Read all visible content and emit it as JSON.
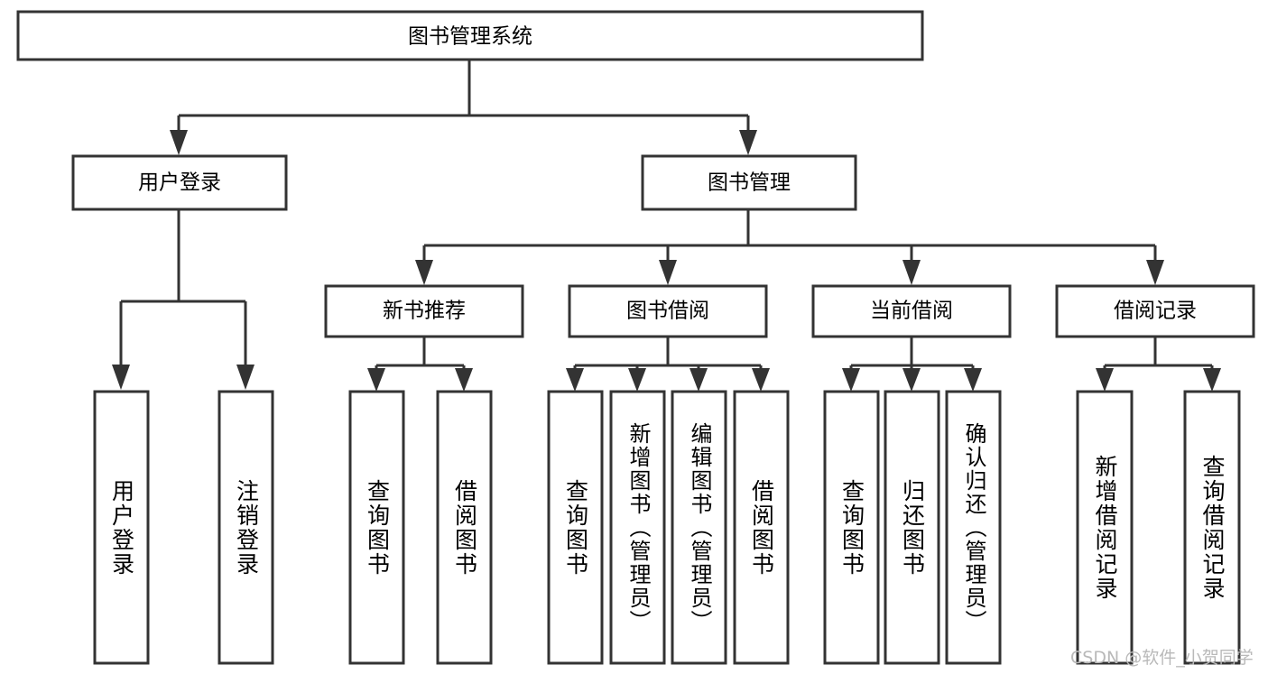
{
  "diagram": {
    "type": "tree-hierarchy",
    "title": "图书管理系统",
    "orientation": "top-down",
    "colors": {
      "background": "#ffffff",
      "box_stroke": "#333333",
      "box_fill": "#ffffff",
      "text": "#000000",
      "watermark": "#b9b9b9"
    },
    "levels": {
      "level1": [
        "图书管理系统"
      ],
      "level2": [
        "用户登录",
        "图书管理"
      ],
      "level3": [
        "新书推荐",
        "图书借阅",
        "当前借阅",
        "借阅记录"
      ],
      "level4": [
        "用户登录",
        "注销登录",
        "查询图书",
        "借阅图书",
        "查询图书",
        "新增图书（管理员）",
        "编辑图书（管理员）",
        "借阅图书",
        "查询图书",
        "归还图书",
        "确认归还（管理员）",
        "新增借阅记录",
        "查询借阅记录"
      ]
    },
    "nodes": {
      "root": {
        "label": "图书管理系统"
      },
      "user_login": {
        "label": "用户登录"
      },
      "book_mgmt": {
        "label": "图书管理"
      },
      "new_book_rec": {
        "label": "新书推荐"
      },
      "book_borrow": {
        "label": "图书借阅"
      },
      "current_borrow": {
        "label": "当前借阅"
      },
      "borrow_record": {
        "label": "借阅记录"
      },
      "leaf_user_login": {
        "label": "用户登录"
      },
      "leaf_logout": {
        "label": "注销登录"
      },
      "leaf_query_book_a": {
        "label": "查询图书"
      },
      "leaf_borrow_book_a": {
        "label": "借阅图书"
      },
      "leaf_query_book_b": {
        "label": "查询图书"
      },
      "leaf_add_book": {
        "label": "新增图书（管理员）"
      },
      "leaf_edit_book": {
        "label": "编辑图书（管理员）"
      },
      "leaf_borrow_book_b": {
        "label": "借阅图书"
      },
      "leaf_query_book_c": {
        "label": "查询图书"
      },
      "leaf_return_book": {
        "label": "归还图书"
      },
      "leaf_confirm_return": {
        "label": "确认归还（管理员）"
      },
      "leaf_add_record": {
        "label": "新增借阅记录"
      },
      "leaf_query_record": {
        "label": "查询借阅记录"
      }
    },
    "edges": [
      {
        "from": "图书管理系统",
        "to": "用户登录"
      },
      {
        "from": "图书管理系统",
        "to": "图书管理"
      },
      {
        "from": "用户登录",
        "to": "用户登录"
      },
      {
        "from": "用户登录",
        "to": "注销登录"
      },
      {
        "from": "图书管理",
        "to": "新书推荐"
      },
      {
        "from": "图书管理",
        "to": "图书借阅"
      },
      {
        "from": "图书管理",
        "to": "当前借阅"
      },
      {
        "from": "图书管理",
        "to": "借阅记录"
      },
      {
        "from": "新书推荐",
        "to": "查询图书"
      },
      {
        "from": "新书推荐",
        "to": "借阅图书"
      },
      {
        "from": "图书借阅",
        "to": "查询图书"
      },
      {
        "from": "图书借阅",
        "to": "新增图书（管理员）"
      },
      {
        "from": "图书借阅",
        "to": "编辑图书（管理员）"
      },
      {
        "from": "图书借阅",
        "to": "借阅图书"
      },
      {
        "from": "当前借阅",
        "to": "查询图书"
      },
      {
        "from": "当前借阅",
        "to": "归还图书"
      },
      {
        "from": "当前借阅",
        "to": "确认归还（管理员）"
      },
      {
        "from": "借阅记录",
        "to": "新增借阅记录"
      },
      {
        "from": "借阅记录",
        "to": "查询借阅记录"
      }
    ]
  },
  "watermark": {
    "text": "CSDN @软件_小贺同学"
  }
}
